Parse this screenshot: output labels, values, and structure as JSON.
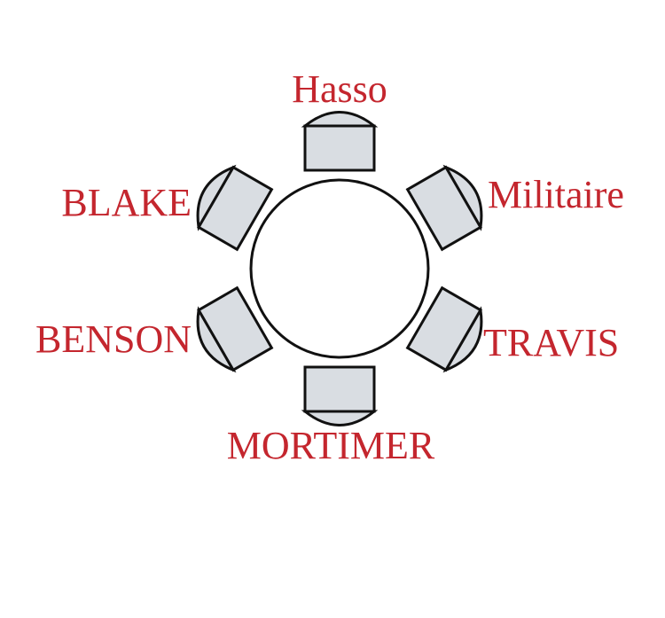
{
  "diagram": {
    "title": "Seating arrangement around a round table",
    "colors": {
      "label": "#c4262e",
      "chair": "#d9dde2",
      "outline": "#111111"
    },
    "seats": [
      {
        "name": "Hasso",
        "rotation_deg": 0
      },
      {
        "name": "Militaire",
        "rotation_deg": 60
      },
      {
        "name": "TRAVIS",
        "rotation_deg": 120
      },
      {
        "name": "MORTIMER",
        "rotation_deg": 180
      },
      {
        "name": "BENSON",
        "rotation_deg": 240
      },
      {
        "name": "BLAKE",
        "rotation_deg": 300
      }
    ]
  }
}
